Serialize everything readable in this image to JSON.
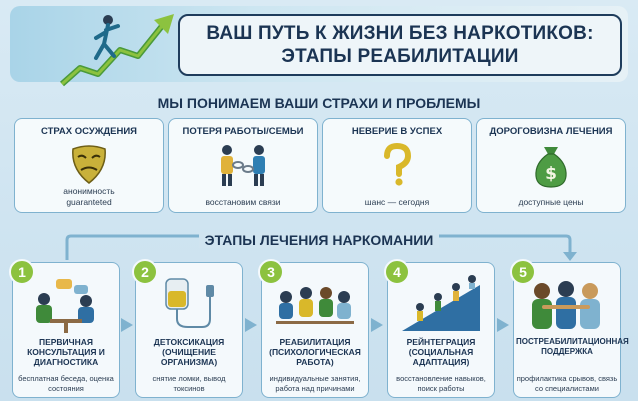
{
  "header": {
    "title_line1": "ВАШ ПУТЬ К ЖИЗНИ БЕЗ НАРКОТИКОВ:",
    "title_line2": "ЭТАПЫ РЕАБИЛИТАЦИИ"
  },
  "problems": {
    "title": "МЫ ПОНИМАЕМ ВАШИ СТРАХИ И ПРОБЛЕМЫ",
    "items": [
      {
        "title": "СТРАХ ОСУЖДЕНИЯ",
        "caption1": "анонимность",
        "caption2": "guaranteted",
        "icon": "mask-icon"
      },
      {
        "title": "ПОТЕРЯ РАБОТЫ/СЕМЬИ",
        "caption1": "восстановим связи",
        "caption2": "",
        "icon": "broken-chain-people-icon"
      },
      {
        "title": "НЕВЕРИЕ В УСПЕХ",
        "caption1": "шанс — сегодня",
        "caption2": "",
        "icon": "question-mark-icon"
      },
      {
        "title": "ДОРОГОВИЗНА ЛЕЧЕНИЯ",
        "caption1": "доступные цены",
        "caption2": "",
        "icon": "money-bag-icon"
      }
    ]
  },
  "stages": {
    "title": "ЭТАПЫ ЛЕЧЕНИЯ НАРКОМАНИИ",
    "items": [
      {
        "number": "1",
        "title": "ПЕРВИЧНАЯ КОНСУЛЬТАЦИЯ И ДИАГНОСТИКА",
        "caption": "бесплатная беседа, оценка состояния"
      },
      {
        "number": "2",
        "title": "ДЕТОКСИКАЦИЯ (ОЧИЩЕНИЕ ОРГАНИЗМА)",
        "caption": "снятие ломки, вывод токсинов"
      },
      {
        "number": "3",
        "title": "РЕАБИЛИТАЦИЯ (ПСИХОЛОГИЧЕСКАЯ РАБОТА)",
        "caption": "индивидуальные занятия, работа над причинами"
      },
      {
        "number": "4",
        "title": "РЕЙНТЕГРАЦИЯ (СОЦИАЛЬНАЯ АДАПТАЦИЯ)",
        "caption": "восстановление навыков, поиск работы"
      },
      {
        "number": "5",
        "title": "ПОСТРЕАБИЛИТАЦИОННАЯ ПОДДЕРЖКА",
        "caption": "профилактика срывов, связь со специалистами"
      }
    ]
  },
  "colors": {
    "accent_green": "#8cc23f",
    "navy": "#1b3453",
    "card_border": "#7fb2cf"
  }
}
